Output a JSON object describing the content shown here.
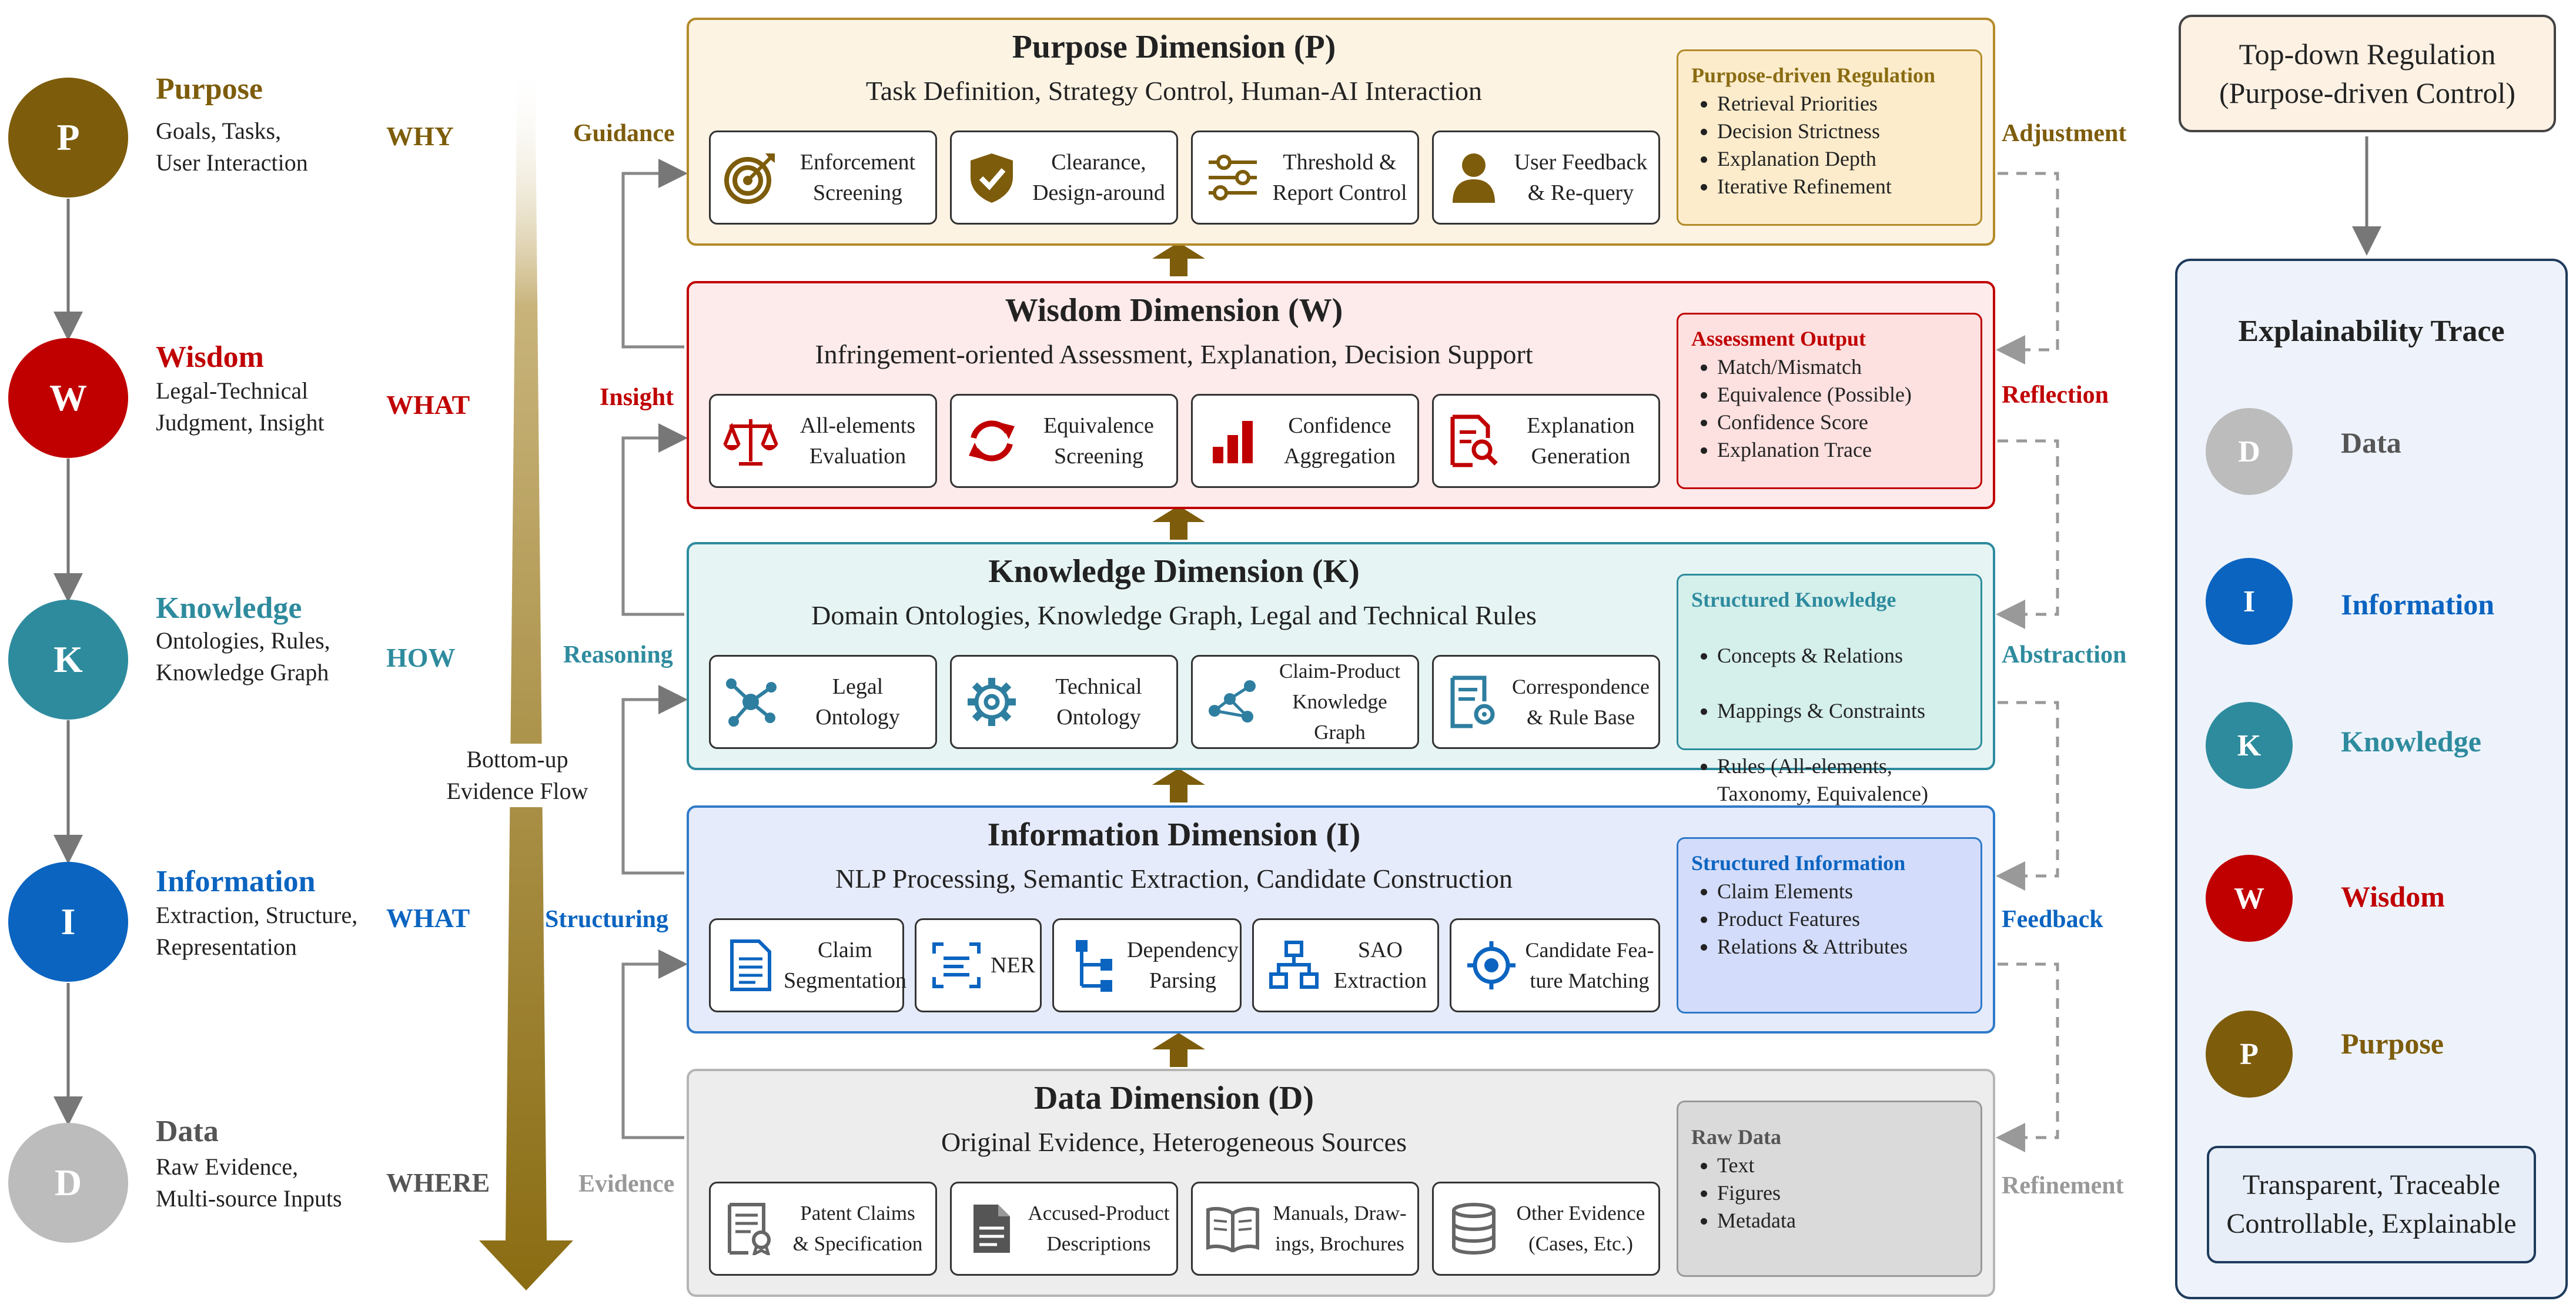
{
  "colors": {
    "purpose": "#7d5c0b",
    "wisdom": "#c00000",
    "knowledge": "#2e8b9e",
    "information": "#0b64c0",
    "data": "#7a7a7a"
  },
  "left_levels": [
    {
      "letter": "P",
      "title": "Purpose",
      "desc": "Goals, Tasks,\nUser Interaction",
      "question": "WHY"
    },
    {
      "letter": "W",
      "title": "Wisdom",
      "desc": "Legal-Technical\nJudgment, Insight",
      "question": "WHAT"
    },
    {
      "letter": "K",
      "title": "Knowledge",
      "desc": "Ontologies, Rules,\nKnowledge Graph",
      "question": "HOW"
    },
    {
      "letter": "I",
      "title": "Information",
      "desc": "Extraction, Structure,\nRepresentation",
      "question": "WHAT"
    },
    {
      "letter": "D",
      "title": "Data",
      "desc": "Raw Evidence,\nMulti-source Inputs",
      "question": "WHERE"
    }
  ],
  "bottom_up_label": "Bottom-up\nEvidence Flow",
  "dimensions": {
    "purpose": {
      "title": "Purpose Dimension (P)",
      "subtitle": "Task Definition, Strategy Control, Human-AI Interaction",
      "cards": [
        "Enforcement\nScreening",
        "Clearance,\nDesign-around",
        "Threshold &\nReport Control",
        "User Feedback\n& Re-query"
      ],
      "side_title": "Purpose-driven Regulation",
      "side_items": [
        "Retrieval Priorities",
        "Decision Strictness",
        "Explanation Depth",
        "Iterative Refinement"
      ]
    },
    "wisdom": {
      "title": "Wisdom Dimension (W)",
      "subtitle": "Infringement-oriented Assessment, Explanation, Decision Support",
      "cards": [
        "All-elements\nEvaluation",
        "Equivalence\nScreening",
        "Confidence\nAggregation",
        "Explanation\nGeneration"
      ],
      "side_title": "Assessment Output",
      "side_items": [
        "Match/Mismatch",
        "Equivalence (Possible)",
        "Confidence Score",
        "Explanation Trace"
      ]
    },
    "knowledge": {
      "title": "Knowledge Dimension (K)",
      "subtitle": "Domain Ontologies, Knowledge Graph, Legal and Technical Rules",
      "cards": [
        "Legal\nOntology",
        "Technical\nOntology",
        "Claim-Product\nKnowledge Graph",
        "Correspondence\n& Rule Base"
      ],
      "side_title": "Structured Knowledge",
      "side_items": [
        "Concepts & Relations",
        "Mappings & Constraints",
        "Rules (All-elements,\nTaxonomy, Equivalence)"
      ]
    },
    "information": {
      "title": "Information Dimension (I)",
      "subtitle": "NLP Processing, Semantic Extraction, Candidate Construction",
      "cards": [
        "Claim\nSegmentation",
        "NER",
        "Dependency\nParsing",
        "SAO\nExtraction",
        "Candidate Fea-\nture Matching"
      ],
      "side_title": "Structured Information",
      "side_items": [
        "Claim Elements",
        "Product Features",
        "Relations & Attributes"
      ]
    },
    "data": {
      "title": "Data Dimension (D)",
      "subtitle": "Original Evidence, Heterogeneous Sources",
      "cards": [
        "Patent Claims\n& Specification",
        "Accused-Product\nDescriptions",
        "Manuals, Draw-\nings, Brochures",
        "Other Evidence\n(Cases, Etc.)"
      ],
      "side_title": "Raw Data",
      "side_items": [
        "Text",
        "Figures",
        "Metadata"
      ]
    }
  },
  "left_labels": [
    "Guidance",
    "Insight",
    "Reasoning",
    "Structuring",
    "Evidence"
  ],
  "right_labels": [
    "Adjustment",
    "Reflection",
    "Abstraction",
    "Feedback",
    "Refinement"
  ],
  "right_panel": {
    "top_box": "Top-down Regulation\n(Purpose-driven Control)",
    "trace_title": "Explainability Trace",
    "trace": [
      {
        "letter": "D",
        "label": "Data"
      },
      {
        "letter": "I",
        "label": "Information"
      },
      {
        "letter": "K",
        "label": "Knowledge"
      },
      {
        "letter": "W",
        "label": "Wisdom"
      },
      {
        "letter": "P",
        "label": "Purpose"
      }
    ],
    "bottom_box": "Transparent, Traceable\nControllable, Explainable"
  }
}
